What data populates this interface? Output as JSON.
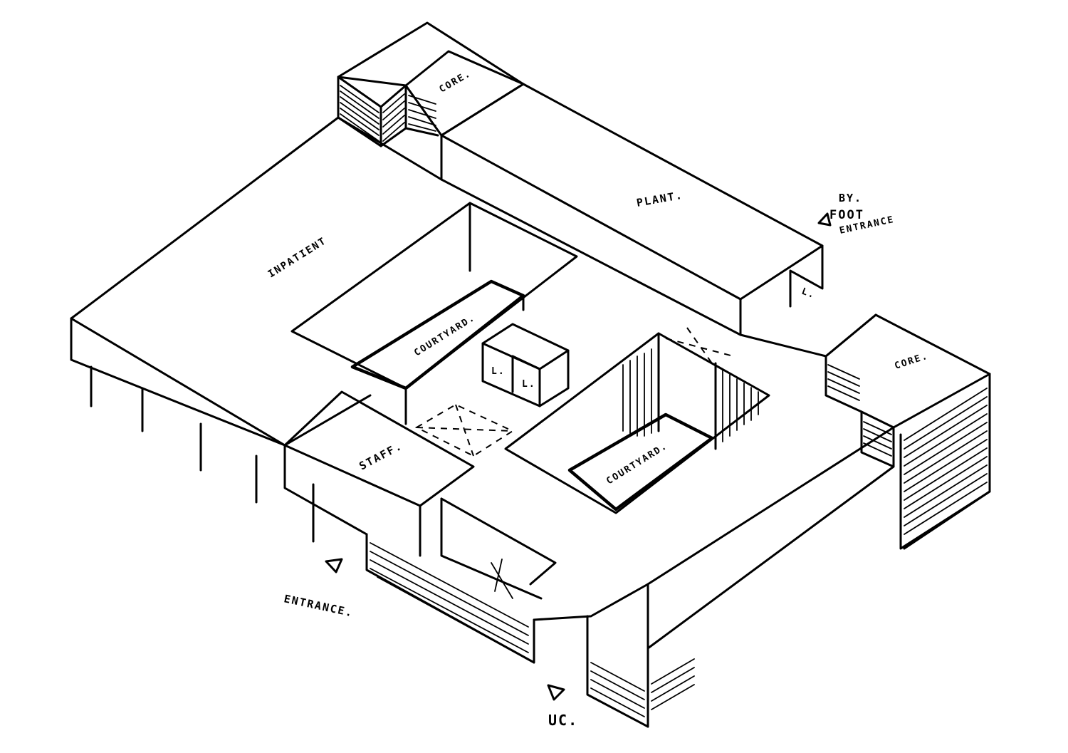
{
  "colors": {
    "ink": "#000000",
    "paper": "#ffffff"
  },
  "labels": {
    "core_top": "CORE.",
    "plant": "PLANT.",
    "inpatient": "INPATIENT",
    "courtyard_1": "COURTYARD.",
    "courtyard_2": "COURTYARD.",
    "staff": "STAFF.",
    "core_right": "CORE.",
    "lift_right": "L.",
    "lift_a": "L.",
    "lift_b": "L.",
    "foot_entrance_1": "BY.",
    "foot_entrance_2": "FOOT",
    "foot_entrance_3": "ENTRANCE",
    "entrance": "ENTRANCE.",
    "uc": "UC."
  },
  "icons": [
    "entrance-triangle-icon",
    "uc-triangle-icon"
  ]
}
